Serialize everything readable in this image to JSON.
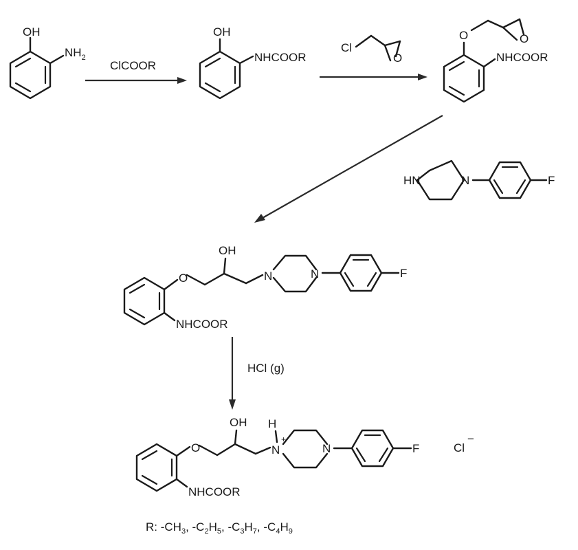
{
  "reagents": {
    "step1": "ClCOOR",
    "step2_cl": "Cl",
    "step2_o": "O",
    "step4": "HCl (g)"
  },
  "atoms": {
    "oh": "OH",
    "nh2_main": "NH",
    "nh2_sub": "2",
    "nhcoor": "NHCOOR",
    "o": "O",
    "hn": "HN",
    "n": "N",
    "f": "F",
    "h": "H",
    "plus": "+",
    "chloride": "Cl",
    "minus": "−"
  },
  "footer": {
    "r_prefix": "R: -CH",
    "s1": "3",
    "sep1": ", -C",
    "s2": "2",
    "h2": "H",
    "s3": "5",
    "sep2": ", -C",
    "s4": "3",
    "h3": "H",
    "s5": "7",
    "sep3": ", -C",
    "s6": "4",
    "h4": "H",
    "s7": "9"
  }
}
